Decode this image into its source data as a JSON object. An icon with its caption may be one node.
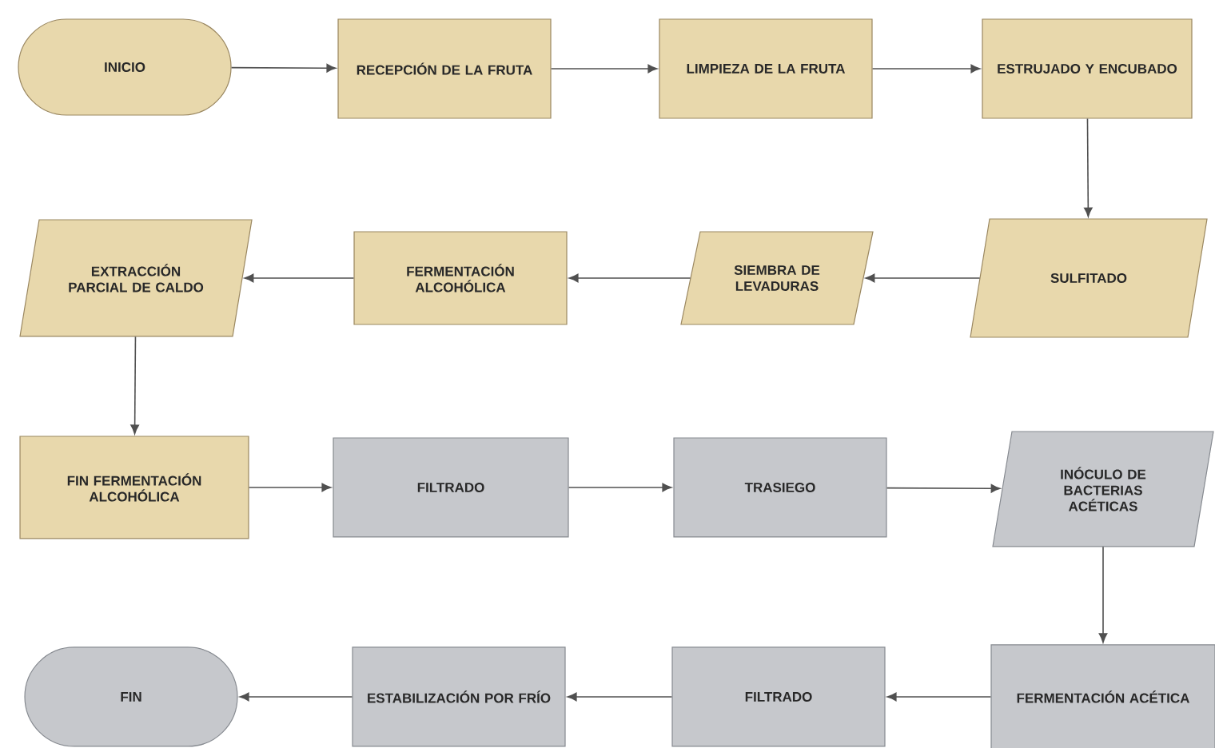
{
  "diagram": {
    "nodes": [
      {
        "text": [
          "INICIO"
        ]
      },
      {
        "text": [
          "RECEPCIÓN DE LA FRUTA"
        ]
      },
      {
        "text": [
          "LIMPIEZA DE LA FRUTA"
        ]
      },
      {
        "text": [
          "ESTRUJADO Y ENCUBADO"
        ]
      },
      {
        "text": [
          "SULFITADO"
        ]
      },
      {
        "text": [
          "SIEMBRA DE LEVADURAS"
        ]
      },
      {
        "text": [
          "FERMENTACIÓN ALCOHÓLICA"
        ]
      },
      {
        "text": [
          "EXTRACCIÓN PARCIAL DE CALDO"
        ]
      },
      {
        "text": [
          "FIN FERMENTACIÓN ALCOHÓLICA"
        ]
      },
      {
        "text": [
          "FILTRADO"
        ]
      },
      {
        "text": [
          "TRASIEGO"
        ]
      },
      {
        "text": [
          "INÓCULO DE BACTERIAS ACÉTICAS"
        ]
      },
      {
        "text": [
          "FERMENTACIÓN ACÉTICA"
        ]
      },
      {
        "text": [
          "FILTRADO"
        ]
      },
      {
        "text": [
          "ESTABILIZACIÓN POR FRÍO"
        ]
      },
      {
        "text": [
          "FIN"
        ]
      }
    ],
    "edges": [
      {
        "from": 0,
        "to": 1,
        "arrow": "to"
      },
      {
        "from": 1,
        "to": 2,
        "arrow": "to"
      },
      {
        "from": 2,
        "to": 3,
        "arrow": "to"
      },
      {
        "from": 3,
        "to": 4,
        "arrow": "to"
      },
      {
        "from": 4,
        "to": 5,
        "arrow": "to"
      },
      {
        "from": 5,
        "to": 6,
        "arrow": "to"
      },
      {
        "from": 6,
        "to": 7,
        "arrow": "to"
      },
      {
        "from": 7,
        "to": 8,
        "arrow": "to"
      },
      {
        "from": 8,
        "to": 9,
        "arrow": "to"
      },
      {
        "from": 9,
        "to": 10,
        "arrow": "to"
      },
      {
        "from": 10,
        "to": 11,
        "arrow": "to"
      },
      {
        "from": 11,
        "to": 12,
        "arrow": "to"
      },
      {
        "from": 12,
        "to": 13,
        "arrow": "to"
      },
      {
        "from": 13,
        "to": 14,
        "arrow": "to"
      },
      {
        "from": 14,
        "to": 15,
        "arrow": "to"
      }
    ]
  }
}
